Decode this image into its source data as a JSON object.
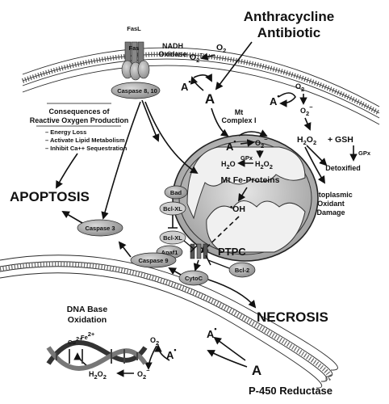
{
  "labels": {
    "title_line1": "Anthracycline",
    "title_line2": "Antibiotic",
    "fasl": "FasL",
    "fas": "Fas",
    "caspase_8_10": "Caspase 8, 10",
    "nadh_oxidase_line1": "NADH",
    "nadh_oxidase_line2": "Oxidase",
    "o2": "O",
    "o2_sub": "2",
    "superoxide": "O",
    "superoxide_sub": "2",
    "superoxide_sup": "−",
    "a": "A",
    "radical_dot": "•",
    "consequences_line1": "Consequences of",
    "consequences_line2": "Reactive Oxygen Production",
    "cons_item1": "– Energy Loss",
    "cons_item2": "– Activate Lipid Metabolism",
    "cons_item3": "– Inhibit Ca++ Sequestration",
    "mt_complex_line1": "Mt",
    "mt_complex_line2": "Complex I",
    "h2o2": "H",
    "h2o2_mid": "2",
    "h2o2_end": "O",
    "h2o2_end_sub": "2",
    "gsh": "+ GSH",
    "gpx": "GPx",
    "detoxified": "Detoxified",
    "cytoplasmic_line1": "Cytoplasmic",
    "cytoplasmic_line2": "Oxidant",
    "cytoplasmic_line3": "Damage",
    "h2o": "H",
    "h2o_sub": "2",
    "h2o_end": "O",
    "mt_fe_proteins": "Mt Fe-Proteins",
    "oh": "OH",
    "apoptosis": "APOPTOSIS",
    "bad": "Bad",
    "bcl_xl": "Bcl-XL",
    "caspase_3": "Caspase 3",
    "apaf1": "Apaf1",
    "caspase_9": "Caspase 9",
    "ptpc": "PTPC",
    "bcl_2": "Bcl-2",
    "cytoc": "CytoC",
    "necrosis": "NECROSIS",
    "dna_line1": "DNA Base",
    "dna_line2": "Oxidation",
    "cu": "Cu",
    "cu_sup": "2+",
    "fe": "Fe",
    "fe_sup": "2+",
    "p450": "P-450 Reductase"
  }
}
